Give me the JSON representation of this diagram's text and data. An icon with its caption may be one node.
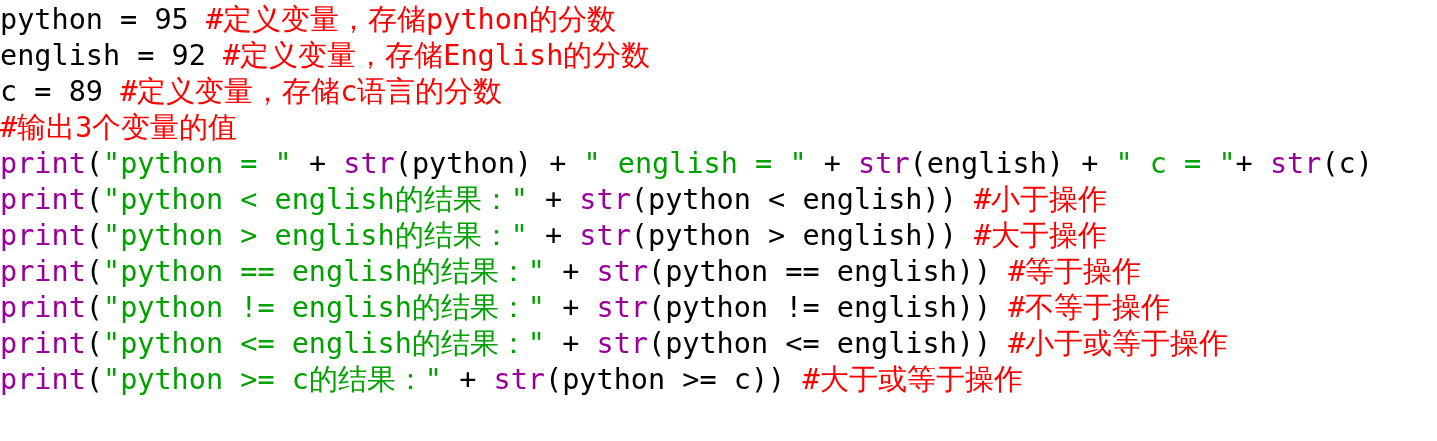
{
  "diagram": {
    "labels": [
      "python = 95",
      "#定义变量，存储python的分数",
      "english = 92",
      "#定义变量，存储English的分数",
      "c = 89",
      "#定义变量，存储c语言的分数",
      "#输出3个变量的值",
      "print",
      "(",
      "\"python = \"",
      "+",
      "str",
      "(python) +",
      "\" english = \"",
      "+",
      "str",
      "(english) +",
      "\" c = \"",
      "+",
      "str",
      "(c)",
      "print",
      "(",
      "\"python < english的结果：\"",
      "+",
      "str",
      "(python < english))",
      "#小于操作",
      "print",
      "(",
      "\"python > english的结果：\"",
      "+",
      "str",
      "(python > english))",
      "#大于操作",
      "print",
      "(",
      "\"python == english的结果：\"",
      "+",
      "str",
      "(python == english))",
      "#等于操作",
      "print",
      "(",
      "\"python != english的结果：\"",
      "+",
      "str",
      "(python != english))",
      "#不等于操作",
      "print",
      "(",
      "\"python <= english的结果：\"",
      "+",
      "str",
      "(python <= english))",
      "#小于或等于操作",
      "print",
      "(",
      "\"python >= c的结果：\"",
      "+",
      "str",
      "(python >= c))",
      "#大于或等于操作"
    ]
  }
}
